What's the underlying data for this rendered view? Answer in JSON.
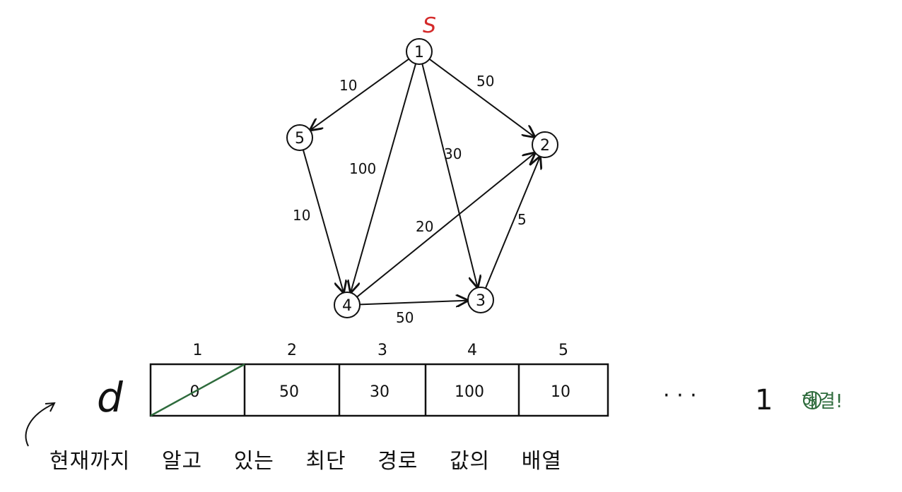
{
  "graph": {
    "source_label": "S",
    "nodes": [
      {
        "id": "1",
        "label": "1"
      },
      {
        "id": "2",
        "label": "2"
      },
      {
        "id": "3",
        "label": "3"
      },
      {
        "id": "4",
        "label": "4"
      },
      {
        "id": "5",
        "label": "5"
      }
    ],
    "edges": [
      {
        "from": "1",
        "to": "5",
        "weight": "10"
      },
      {
        "from": "1",
        "to": "2",
        "weight": "50"
      },
      {
        "from": "1",
        "to": "4",
        "weight": "100"
      },
      {
        "from": "1",
        "to": "3",
        "weight": "30"
      },
      {
        "from": "5",
        "to": "4",
        "weight": "10"
      },
      {
        "from": "4",
        "to": "2",
        "weight": "20"
      },
      {
        "from": "3",
        "to": "2",
        "weight": "5"
      },
      {
        "from": "4",
        "to": "3",
        "weight": "50"
      }
    ]
  },
  "distance_array": {
    "name": "d",
    "indices": [
      "1",
      "2",
      "3",
      "4",
      "5"
    ],
    "values": [
      "0",
      "50",
      "30",
      "100",
      "10"
    ],
    "ellipsis": "· · ·",
    "trailing": "1",
    "caption_words": [
      "현재까지",
      "알고",
      "있는",
      "최단",
      "경로",
      "값의",
      "배열"
    ]
  },
  "note": {
    "circled": "5",
    "text": "해결!",
    "color": "#2e6b3c"
  },
  "colors": {
    "source_label": "#d42a2a",
    "strike": "#2e6b3c",
    "ink": "#111111"
  }
}
